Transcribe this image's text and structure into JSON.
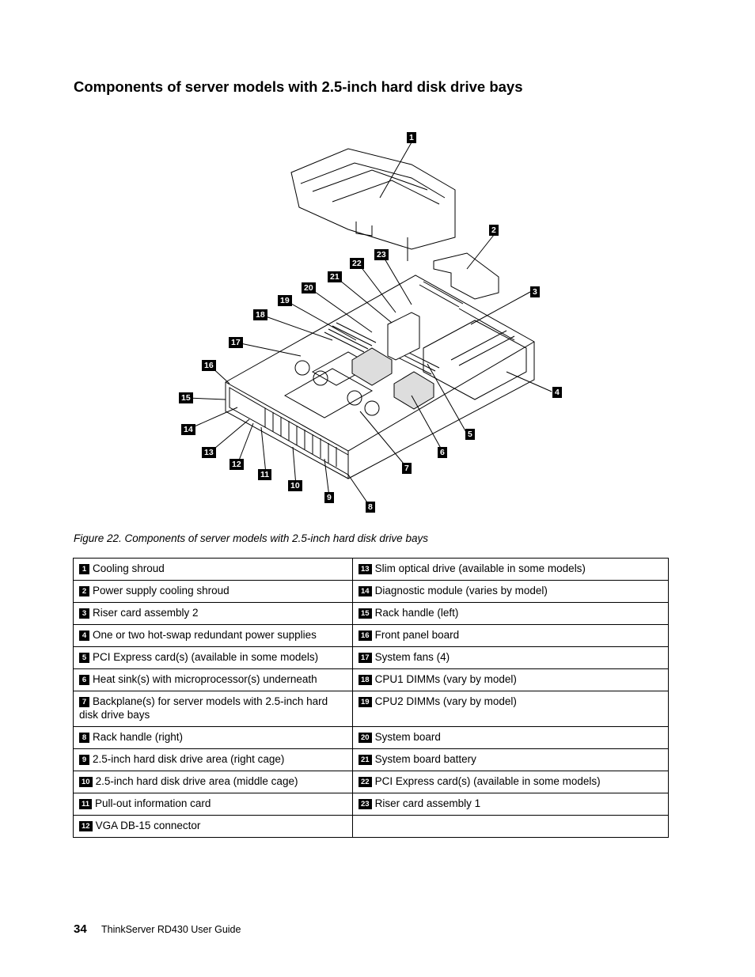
{
  "heading": "Components of server models with 2.5-inch hard disk drive bays",
  "figure": {
    "caption": "Figure 22.  Components of server models with 2.5-inch hard disk drive bays",
    "callouts": [
      "1",
      "2",
      "3",
      "4",
      "5",
      "6",
      "7",
      "8",
      "9",
      "10",
      "11",
      "12",
      "13",
      "14",
      "15",
      "16",
      "17",
      "18",
      "19",
      "20",
      "21",
      "22",
      "23"
    ]
  },
  "parts_table": {
    "rows": [
      [
        {
          "num": "1",
          "text": "Cooling shroud"
        },
        {
          "num": "13",
          "text": "Slim optical drive (available in some models)"
        }
      ],
      [
        {
          "num": "2",
          "text": "Power supply cooling shroud"
        },
        {
          "num": "14",
          "text": "Diagnostic module (varies by model)"
        }
      ],
      [
        {
          "num": "3",
          "text": "Riser card assembly 2"
        },
        {
          "num": "15",
          "text": "Rack handle (left)"
        }
      ],
      [
        {
          "num": "4",
          "text": "One or two hot-swap redundant power supplies"
        },
        {
          "num": "16",
          "text": "Front panel board"
        }
      ],
      [
        {
          "num": "5",
          "text": "PCI Express card(s) (available in some models)"
        },
        {
          "num": "17",
          "text": "System fans (4)"
        }
      ],
      [
        {
          "num": "6",
          "text": "Heat sink(s) with microprocessor(s) underneath"
        },
        {
          "num": "18",
          "text": "CPU1 DIMMs (vary by model)"
        }
      ],
      [
        {
          "num": "7",
          "text": "Backplane(s) for server models with 2.5-inch hard disk drive bays"
        },
        {
          "num": "19",
          "text": "CPU2 DIMMs (vary by model)"
        }
      ],
      [
        {
          "num": "8",
          "text": "Rack handle (right)"
        },
        {
          "num": "20",
          "text": "System board"
        }
      ],
      [
        {
          "num": "9",
          "text": "2.5-inch hard disk drive area (right cage)"
        },
        {
          "num": "21",
          "text": "System board battery"
        }
      ],
      [
        {
          "num": "10",
          "text": "2.5-inch hard disk drive area (middle cage)"
        },
        {
          "num": "22",
          "text": "PCI Express card(s) (available in some models)"
        }
      ],
      [
        {
          "num": "11",
          "text": "Pull-out information card"
        },
        {
          "num": "23",
          "text": "Riser card assembly 1"
        }
      ],
      [
        {
          "num": "12",
          "text": "VGA DB-15 connector"
        },
        {
          "num": "",
          "text": ""
        }
      ]
    ]
  },
  "footer": {
    "page_number": "34",
    "title": "ThinkServer RD430 User Guide"
  }
}
